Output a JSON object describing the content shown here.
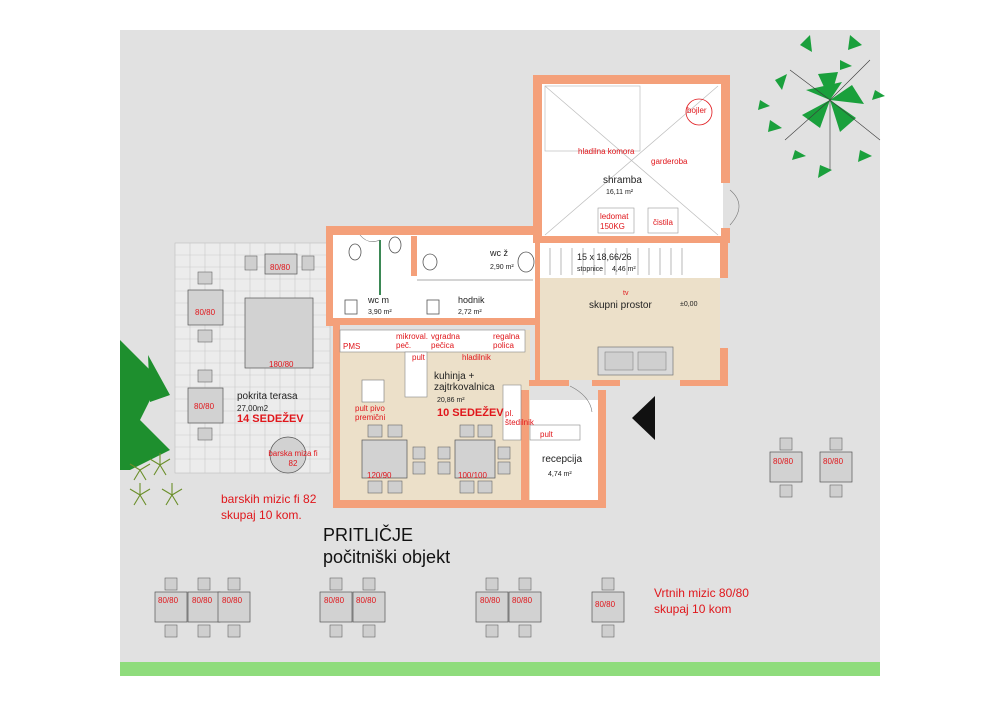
{
  "title": {
    "line1": "PRITLIČJE",
    "line2": "počitniški objekt"
  },
  "colors": {
    "wall": "#f4a07a",
    "floor": "#ece0c9",
    "ground": "#e1e1e1",
    "grass": "#8fdc7c",
    "text": "#222222",
    "accent_red": "#e0161b",
    "tree": "#1aa03c"
  },
  "rooms": {
    "shramba": {
      "name": "shramba",
      "area": "16,11 m²"
    },
    "hladilna_komora": "hladilna komora",
    "garderoba": "garderoba",
    "bojler": "bojler",
    "ledomat": "ledomat 150KG",
    "cistila": "čistila",
    "wc_z": {
      "name": "wc ž",
      "area": "2,90 m²"
    },
    "wc_m": {
      "name": "wc m",
      "area": "3,90 m²"
    },
    "hodnik": {
      "name": "hodnik",
      "area": "2,72 m²"
    },
    "stopnice": {
      "name": "15 x 18,66/26",
      "sub": "stopnice",
      "area": "4,46 m²"
    },
    "skupni_prostor": {
      "name": "skupni prostor",
      "level": "±0,00",
      "tv": "tv"
    },
    "kuhinja": {
      "name": "kuhinja + zajtrkovalnica",
      "area": "20,86 m²",
      "seats": "10 SEDEŽEV"
    },
    "recepcija": {
      "name": "recepcija",
      "area": "4,74 m²",
      "pult": "pult"
    },
    "terasa": {
      "name": "pokrita terasa",
      "area": "27,00m2",
      "seats": "14 SEDEŽEV"
    }
  },
  "kitchen_labels": {
    "pms": "PMS",
    "mikroval": "mikroval. peč.",
    "vgradna": "vgradna pečica",
    "pult": "pult",
    "hladilnik": "hladilnik",
    "regalna": "regalna polica",
    "pult_pivo": "pult pivo premični",
    "pl_stedilnik": "pl. štedilnik"
  },
  "tables": {
    "t8080": "80/80",
    "t18080": "180/80",
    "t12090": "120/90",
    "t100100": "100/100",
    "barska": "barska miza fi 82"
  },
  "notes": {
    "bar_tables": {
      "line1": "barskih mizic fi 82",
      "line2": "skupaj 10 kom."
    },
    "garden_tables": {
      "line1": "Vrtnih mizic 80/80",
      "line2": "skupaj 10 kom"
    }
  }
}
